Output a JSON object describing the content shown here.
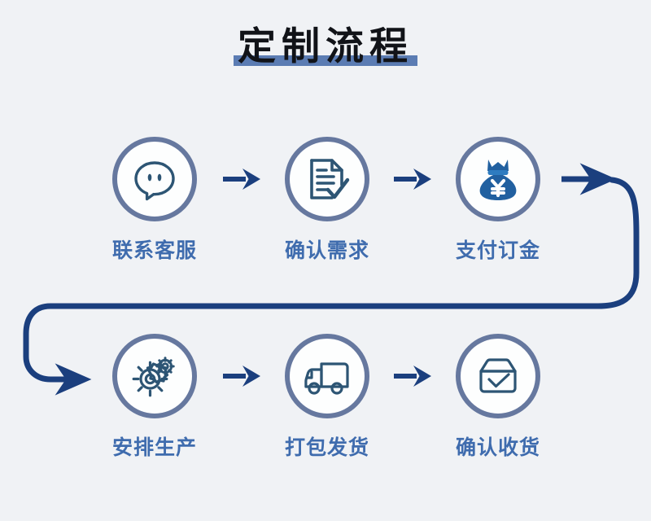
{
  "page": {
    "title": "定制流程",
    "background_color": "#f0f2f5",
    "title_color": "#111318",
    "title_underline_color": "#5b7cb3",
    "label_color": "#3f6cae",
    "ring_color": "#66789f",
    "icon_line_color": "#2d5574",
    "accent_color": "#1f6cb0",
    "connector_color": "#1b3f7e"
  },
  "flow": {
    "steps": [
      {
        "label": "联系客服",
        "icon": "chat-bubble-icon",
        "row": 1,
        "col": 1
      },
      {
        "label": "确认需求",
        "icon": "document-check-icon",
        "row": 1,
        "col": 2
      },
      {
        "label": "支付订金",
        "icon": "money-bag-yuan-icon",
        "row": 1,
        "col": 3
      },
      {
        "label": "安排生产",
        "icon": "gears-icon",
        "row": 2,
        "col": 1
      },
      {
        "label": "打包发货",
        "icon": "delivery-truck-icon",
        "row": 2,
        "col": 2
      },
      {
        "label": "确认收货",
        "icon": "box-check-icon",
        "row": 2,
        "col": 3
      }
    ],
    "connectors": [
      {
        "name": "arrow-step1-to-step2",
        "type": "straight-arrow-right"
      },
      {
        "name": "arrow-step2-to-step3",
        "type": "straight-arrow-right"
      },
      {
        "name": "arrow-step3-to-step4",
        "type": "u-turn-wrap-arrow"
      },
      {
        "name": "arrow-step4-to-step5",
        "type": "straight-arrow-right"
      },
      {
        "name": "arrow-step5-to-step6",
        "type": "straight-arrow-right"
      }
    ]
  }
}
